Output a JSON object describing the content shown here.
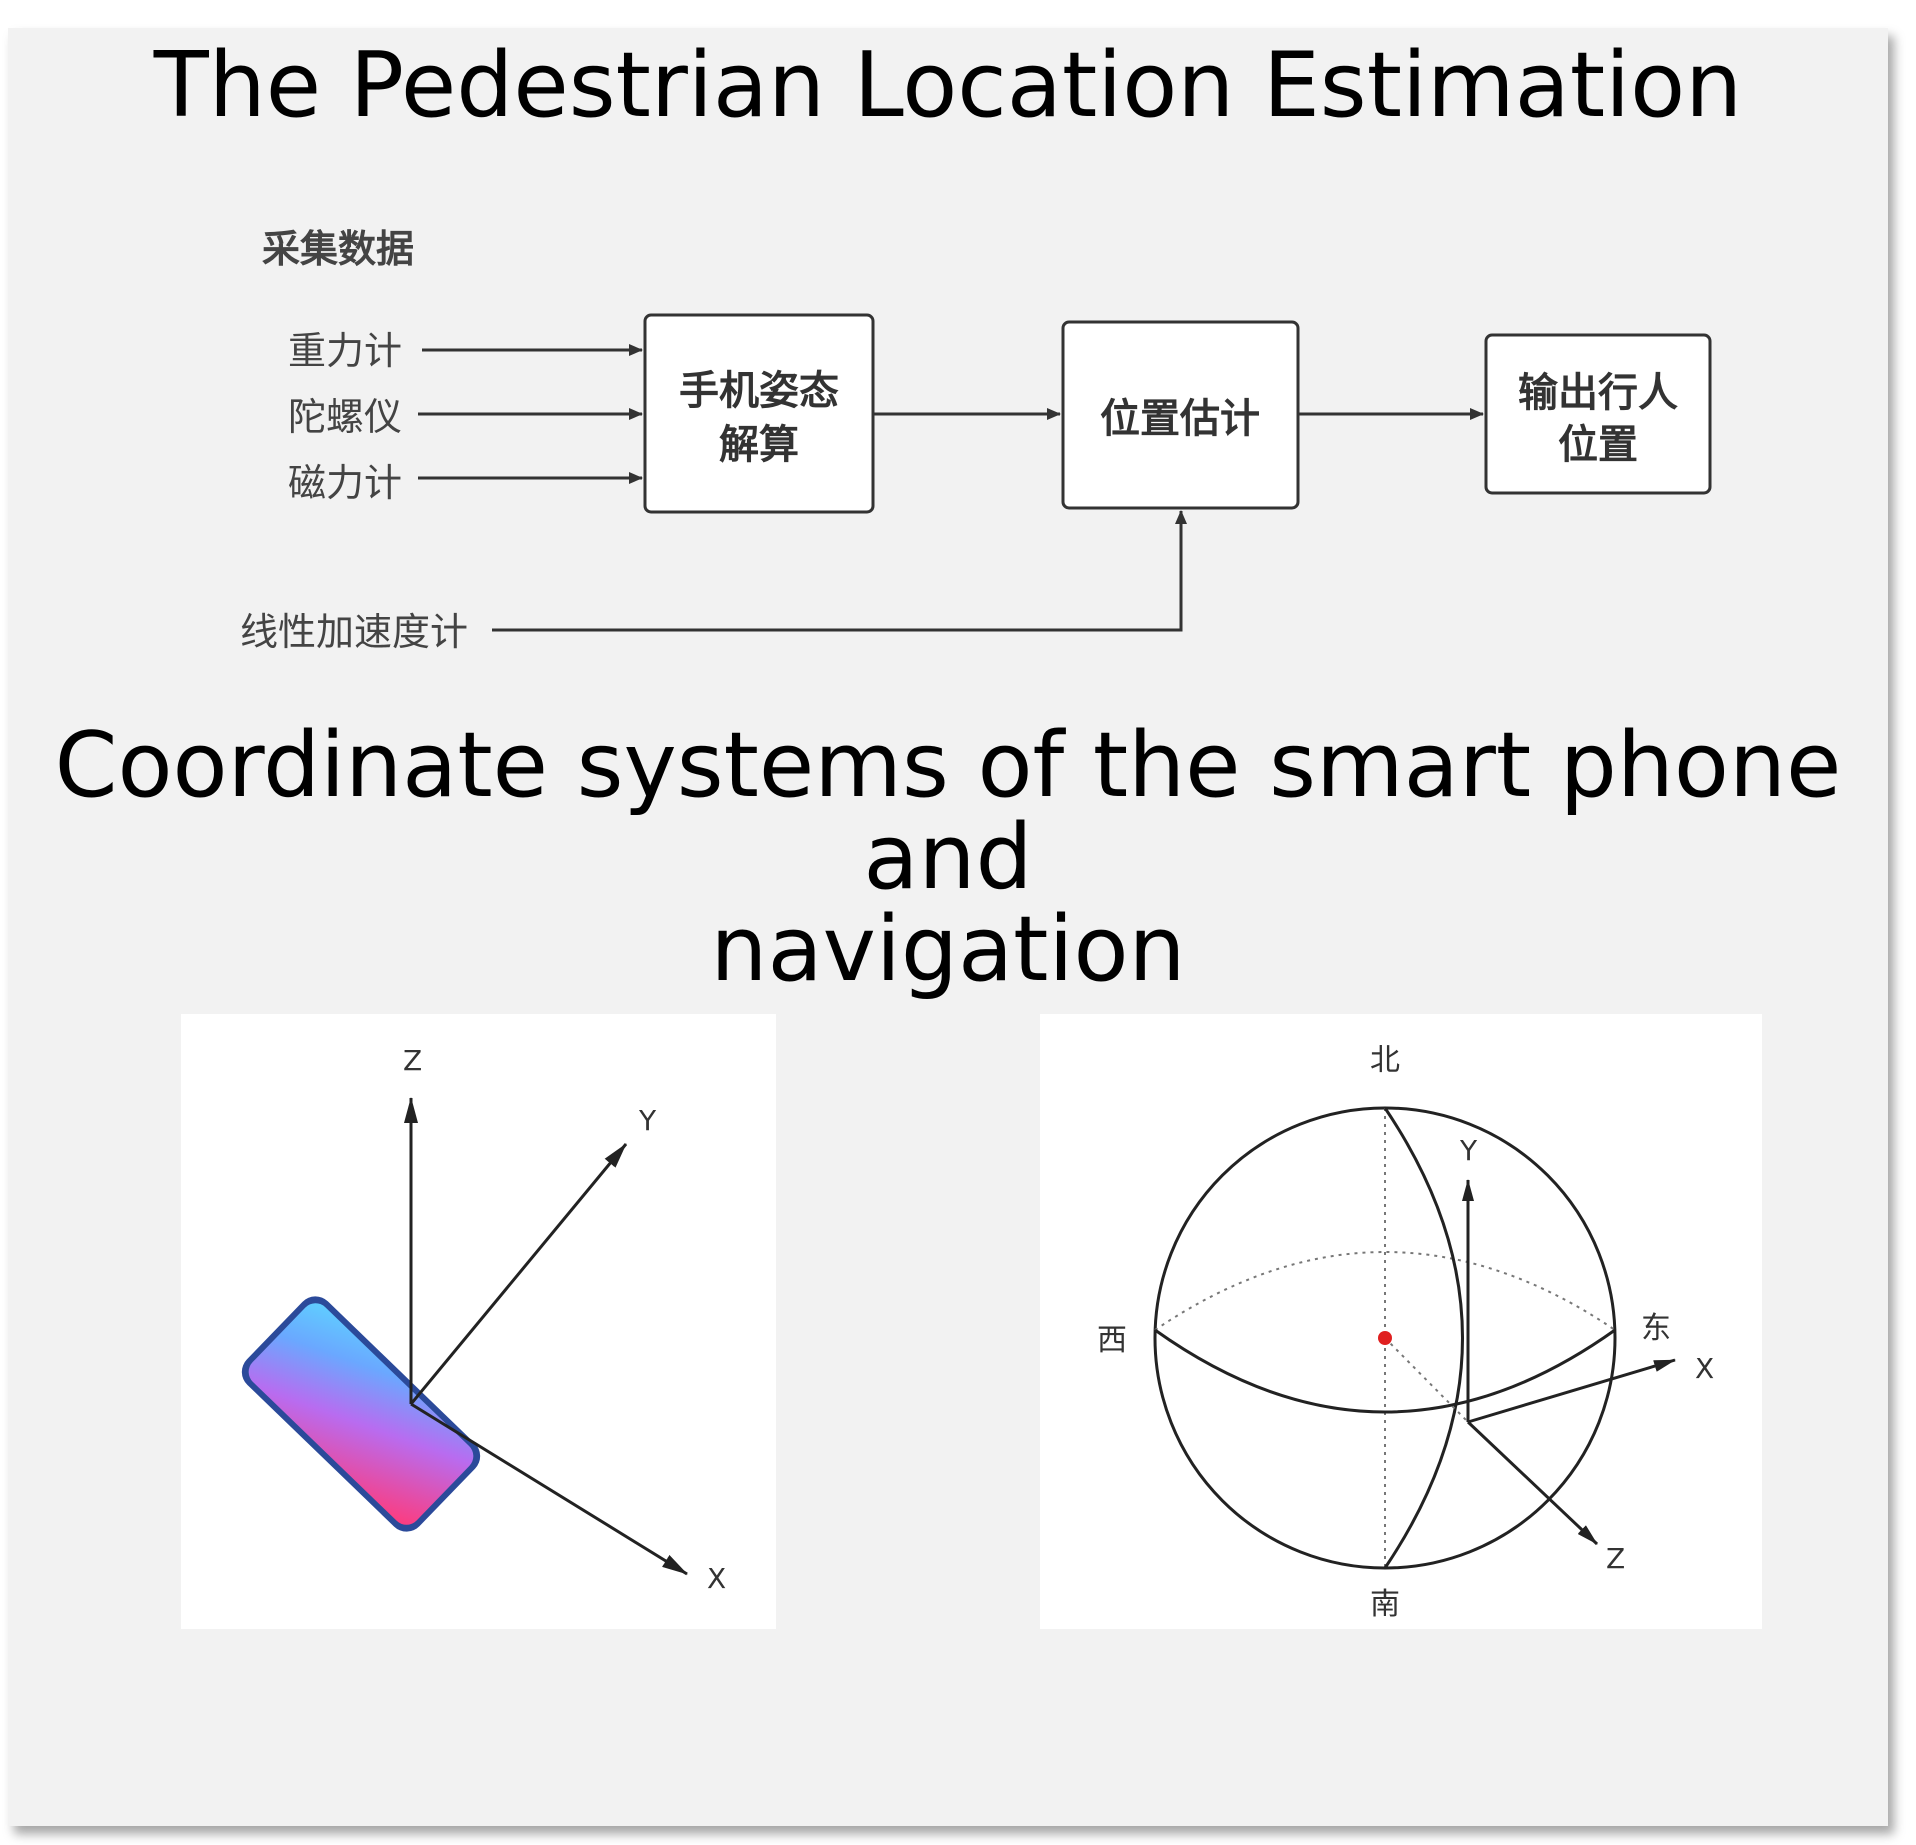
{
  "titles": {
    "top": "The Pedestrian Location Estimation",
    "bottom_line1": "Coordinate systems of the smart phone and",
    "bottom_line2": "navigation"
  },
  "flow": {
    "group_label": "采集数据",
    "inputs": [
      "重力计",
      "陀螺仪",
      "磁力计"
    ],
    "accel_input": "线性加速度计",
    "box_attitude": [
      "手机姿态",
      "解算"
    ],
    "box_position": "位置估计",
    "box_output": [
      "输出行人",
      "位置"
    ]
  },
  "phone_axes": {
    "z": "Z",
    "y": "Y",
    "x": "X"
  },
  "nav_sphere": {
    "north": "北",
    "south": "南",
    "west": "西",
    "east": "东",
    "y": "Y",
    "x": "X",
    "z": "Z"
  },
  "colors": {
    "background": "#f2f2f2",
    "line": "#333333",
    "center_dot": "#e02020"
  }
}
